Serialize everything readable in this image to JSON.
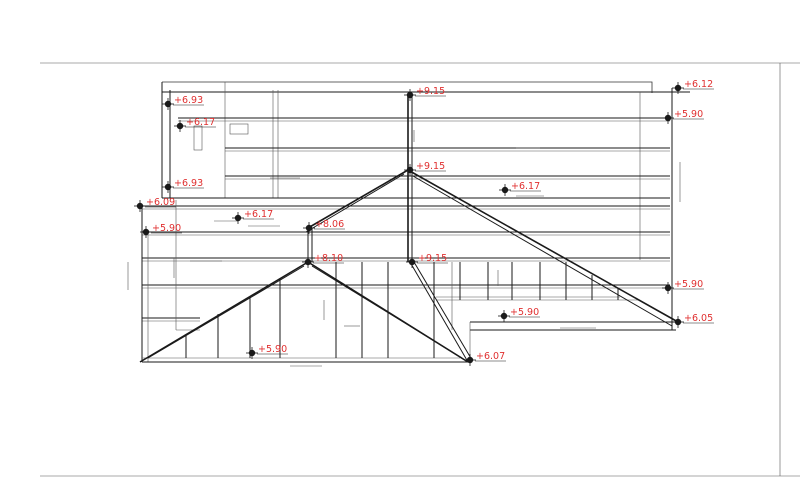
{
  "drawing": {
    "elevation_color": "#e03030",
    "line_color": "#1a1a1a",
    "elevations": [
      {
        "id": "e1",
        "text": "+6.93"
      },
      {
        "id": "e2",
        "text": "+9.15"
      },
      {
        "id": "e3",
        "text": "+6.12"
      },
      {
        "id": "e4",
        "text": "+6.17"
      },
      {
        "id": "e5",
        "text": "+5.90"
      },
      {
        "id": "e6",
        "text": "+9.15"
      },
      {
        "id": "e7",
        "text": "+6.17"
      },
      {
        "id": "e8",
        "text": "+6.93"
      },
      {
        "id": "e9",
        "text": "+6.09"
      },
      {
        "id": "e10",
        "text": "+6.17"
      },
      {
        "id": "e11",
        "text": "+8.06"
      },
      {
        "id": "e12",
        "text": "+5.90"
      },
      {
        "id": "e13",
        "text": "+8.10"
      },
      {
        "id": "e14",
        "text": "+9.15"
      },
      {
        "id": "e15",
        "text": "+5.90"
      },
      {
        "id": "e16",
        "text": "+5.90"
      },
      {
        "id": "e17",
        "text": "+6.05"
      },
      {
        "id": "e18",
        "text": "+5.90"
      },
      {
        "id": "e19",
        "text": "+6.07"
      }
    ]
  }
}
